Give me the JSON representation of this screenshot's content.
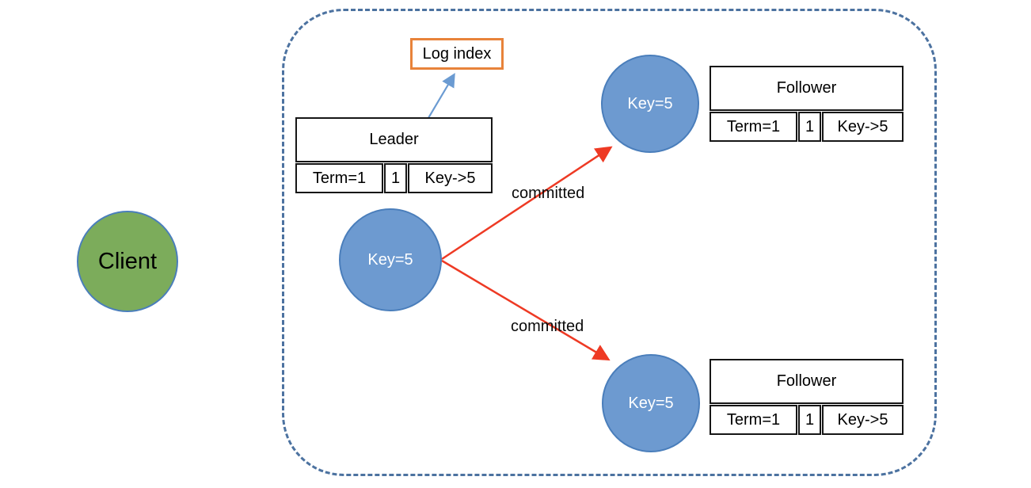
{
  "client": {
    "label": "Client"
  },
  "cluster": {
    "log_index": {
      "label": "Log index"
    },
    "leader": {
      "node_label": "Key=5",
      "table": {
        "title": "Leader",
        "cells": [
          "Term=1",
          "1",
          "Key->5"
        ]
      }
    },
    "followers": [
      {
        "node_label": "Key=5",
        "table": {
          "title": "Follower",
          "cells": [
            "Term=1",
            "1",
            "Key->5"
          ]
        }
      },
      {
        "node_label": "Key=5",
        "table": {
          "title": "Follower",
          "cells": [
            "Term=1",
            "1",
            "Key->5"
          ]
        }
      }
    ],
    "arrows": {
      "committed_top": "committed",
      "committed_bottom": "committed"
    }
  },
  "colors": {
    "client_fill": "#7cac5b",
    "node_fill": "#6d9ad0",
    "node_border": "#4a7ebb",
    "boundary": "#4c72a0",
    "log_index_border": "#e8833a",
    "arrow_red": "#ee3a24",
    "arrow_blue": "#6b9bd2",
    "table_border": "#161616",
    "text": "#000000",
    "node_text": "#ffffff"
  }
}
